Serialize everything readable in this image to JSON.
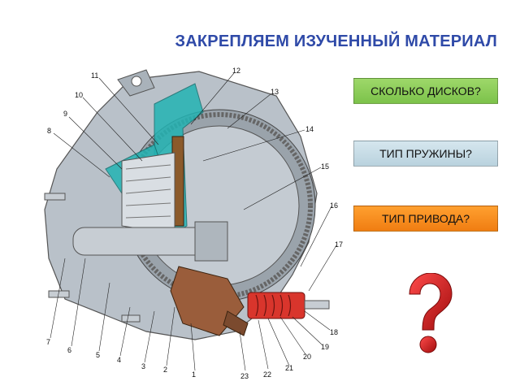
{
  "slide": {
    "title": "ЗАКРЕПЛЯЕМ ИЗУЧЕННЫЙ МАТЕРИАЛ"
  },
  "questions": [
    {
      "label": "СКОЛЬКО ДИСКОВ?",
      "color": "#8ccf5a"
    },
    {
      "label": "ТИП ПРУЖИНЫ?",
      "color": "#c6dce6"
    },
    {
      "label": "ТИП ПРИВОДА?",
      "color": "#f58d1e"
    }
  ],
  "diagram": {
    "callouts": [
      "1",
      "2",
      "3",
      "4",
      "5",
      "6",
      "7",
      "8",
      "9",
      "10",
      "11",
      "12",
      "13",
      "14",
      "15",
      "16",
      "17",
      "18",
      "19",
      "20",
      "21",
      "22",
      "23"
    ]
  },
  "icons": {
    "question_mark": "question-mark-icon"
  },
  "colors": {
    "title": "#2f4aa8",
    "housing": "#b9c1c9",
    "section_cut": "#23b3b3",
    "fork_lever": "#9a5d3b",
    "slave_cylinder": "#d9352c"
  }
}
